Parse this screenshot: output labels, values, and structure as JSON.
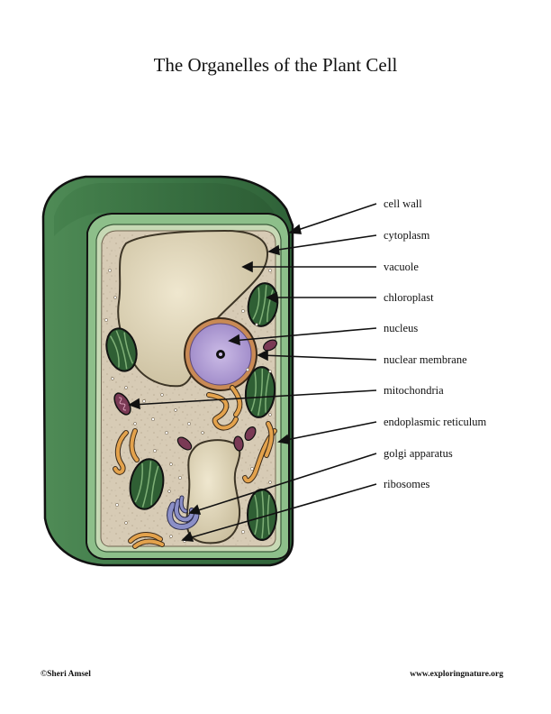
{
  "title": "The Organelles of the Plant Cell",
  "labels": [
    "cell wall",
    "cytoplasm",
    "vacuole",
    "chloroplast",
    "nucleus",
    "nuclear membrane",
    "mitochondria",
    "endoplasmic reticulum",
    "golgi apparatus",
    "ribosomes"
  ],
  "footer": {
    "copyright": "©Sheri Amsel",
    "website": "www.exploringnature.org"
  },
  "colors": {
    "cell_wall": "#3e7a4a",
    "cell_wall_light": "#8dbf8a",
    "cytoplasm": "#d8ccb8",
    "vacuole": "#ddd4b8",
    "chloroplast": "#2f5f34",
    "nucleus": "#b7a3d6",
    "nuclear_membrane": "#c98a55",
    "mitochondria": "#7a3a55",
    "er": "#e3a24c",
    "golgi": "#7b7fb5"
  }
}
